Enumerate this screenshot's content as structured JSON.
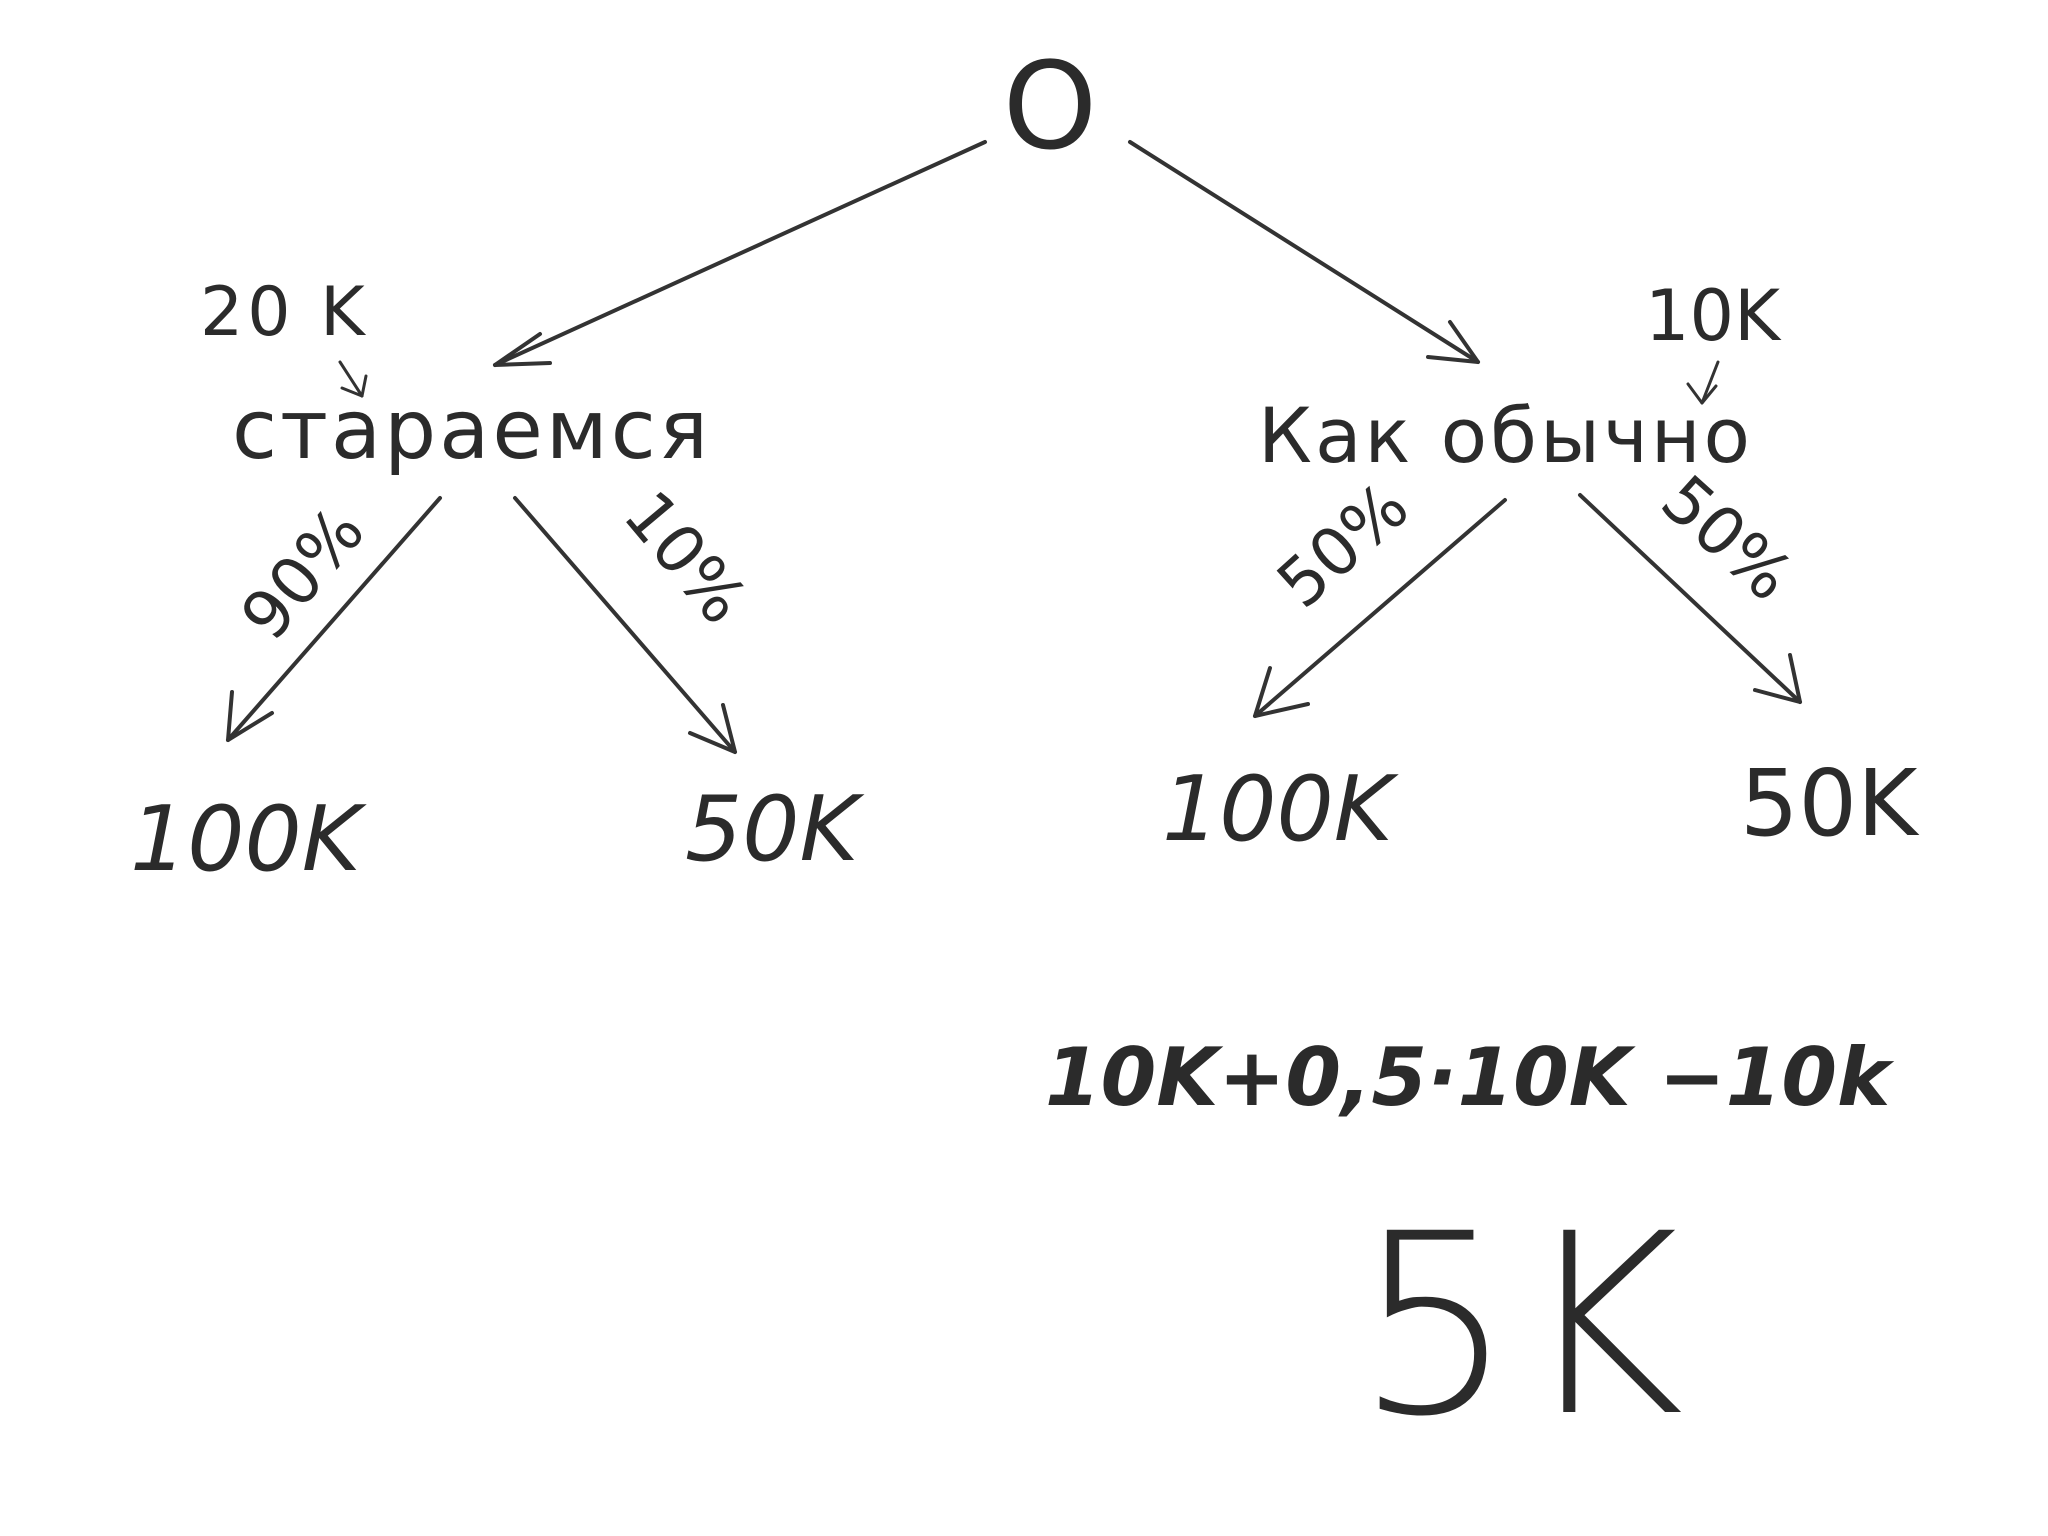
{
  "tree": {
    "root": {
      "label": "O"
    },
    "branches": [
      {
        "id": "try",
        "label": "стараемся",
        "cost": "20 K",
        "outcomes": [
          {
            "probability": "90%",
            "value": "100K"
          },
          {
            "probability": "10%",
            "value": "50K"
          }
        ]
      },
      {
        "id": "usual",
        "label": "Как обычно",
        "cost": "10K",
        "outcomes": [
          {
            "probability": "50%",
            "value": "100K"
          },
          {
            "probability": "50%",
            "value": "50K"
          }
        ]
      }
    ]
  },
  "calculation": {
    "formula": "10K+0,5·10K −10k",
    "result": "5K"
  },
  "colors": {
    "ink": "#2b2b2b",
    "background": "#ffffff"
  }
}
